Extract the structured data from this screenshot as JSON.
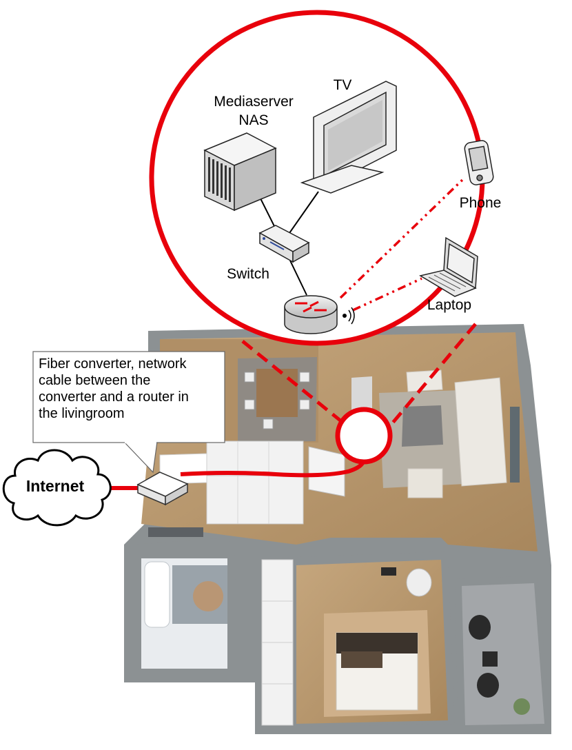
{
  "labels": {
    "tv": "TV",
    "nas_line1": "Mediaserver",
    "nas_line2": "NAS",
    "phone": "Phone",
    "switch": "Switch",
    "laptop": "Laptop",
    "internet": "Internet"
  },
  "callout": {
    "lines": [
      "Fiber converter, network",
      "cable between the",
      "converter and a router in",
      "the livingroom"
    ]
  },
  "colors": {
    "cable": "#e8000b",
    "wall": "#8c9193",
    "floor": "#b99a72",
    "rug": "#a8a29a"
  }
}
